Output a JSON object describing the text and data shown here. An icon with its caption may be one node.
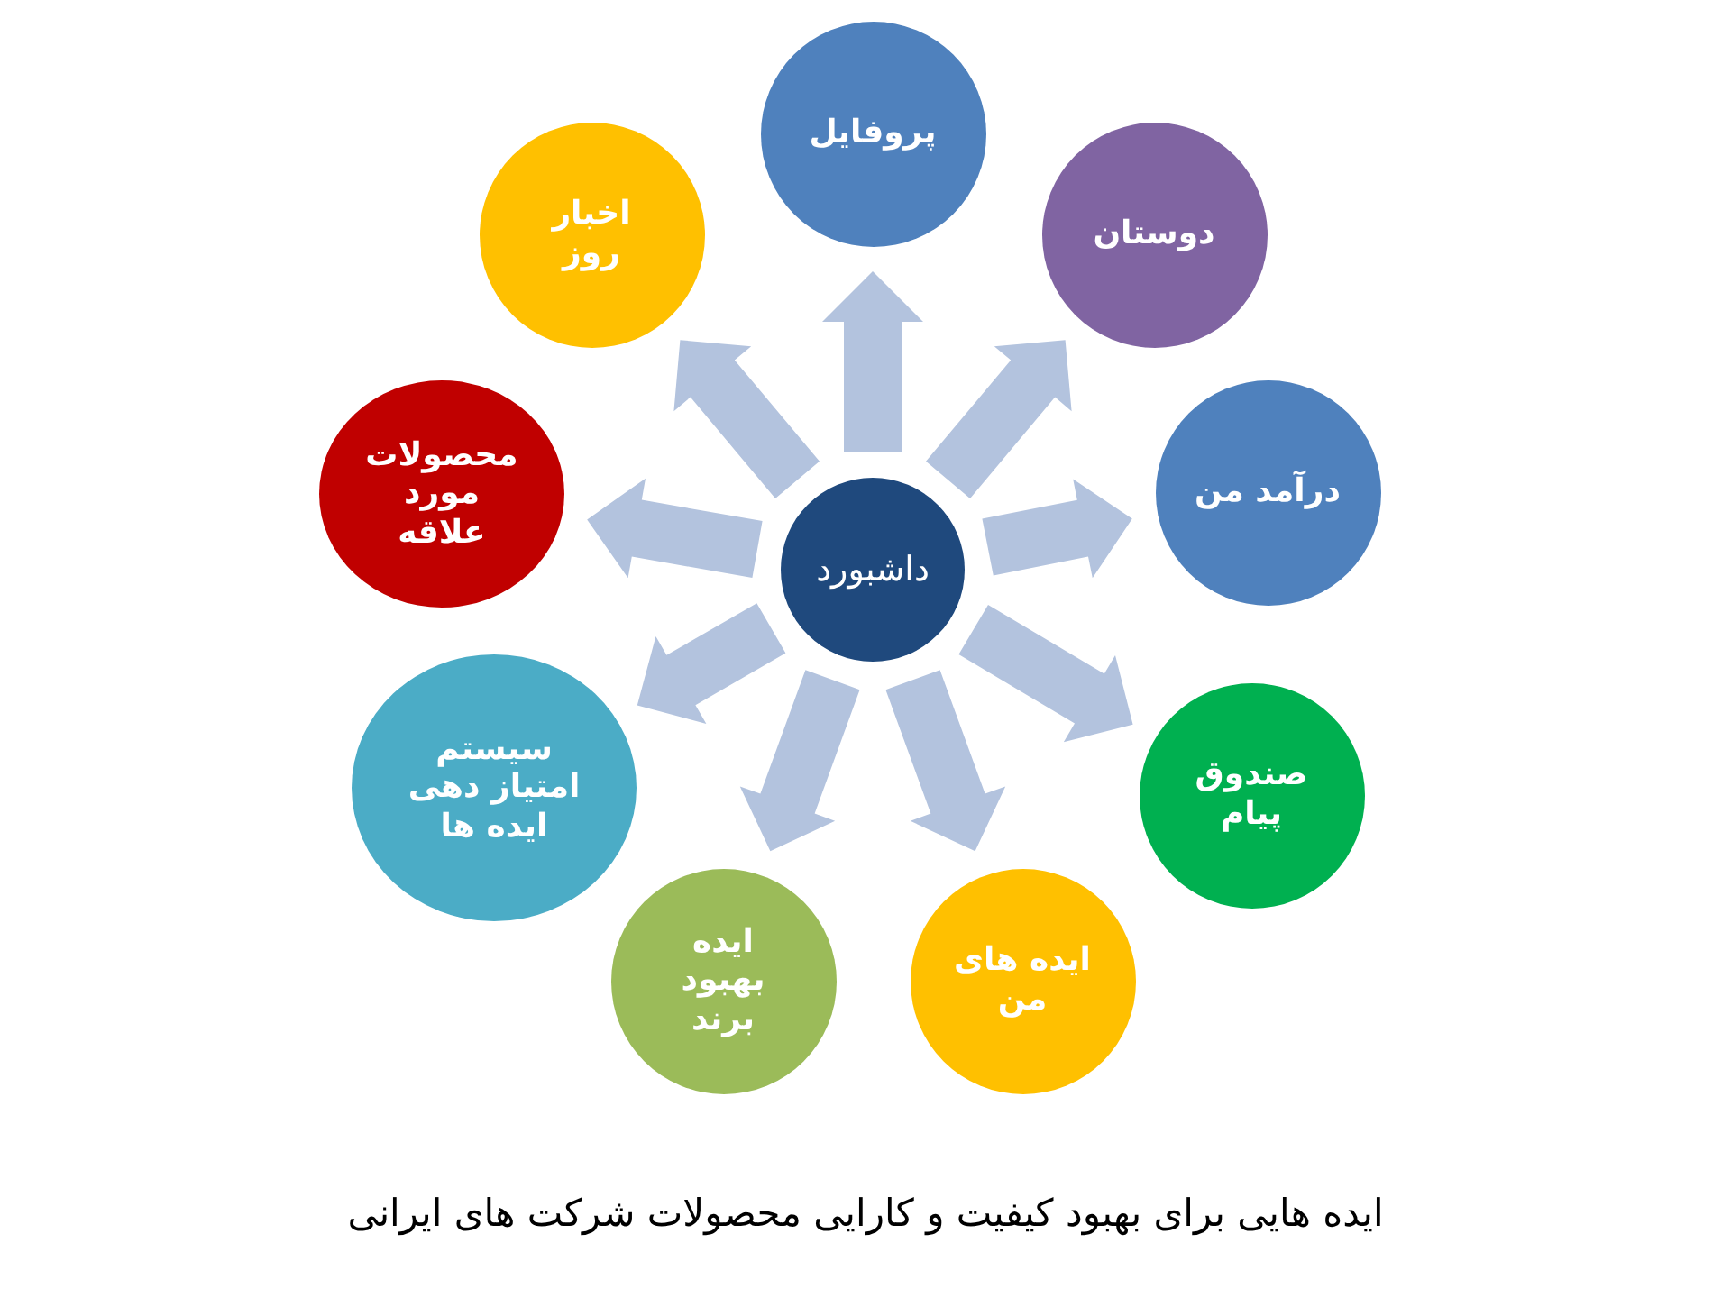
{
  "diagram": {
    "caption": "ایده هایی برای بهبود کیفیت و کارایی محصولات شرکت های ایرانی",
    "nodes": [
      {
        "text": [
          "داشبورد"
        ]
      },
      {
        "text": [
          "پروفایل"
        ]
      },
      {
        "text": [
          "دوستان"
        ]
      },
      {
        "text": [
          "درآمد من"
        ]
      },
      {
        "text": [
          "صندوق پیام"
        ]
      },
      {
        "text": [
          "ایده های من"
        ]
      },
      {
        "text": [
          "ایده بهبود برند"
        ]
      },
      {
        "text": [
          "سیستم امتیاز دهی ایده ها"
        ]
      },
      {
        "text": [
          "محصولات مورد علاقه"
        ]
      },
      {
        "text": [
          "اخبار روز"
        ]
      }
    ],
    "edges": [
      {
        "from": 0,
        "to": 1,
        "arrow": "to"
      },
      {
        "from": 0,
        "to": 2,
        "arrow": "to"
      },
      {
        "from": 0,
        "to": 3,
        "arrow": "to"
      },
      {
        "from": 0,
        "to": 4,
        "arrow": "to"
      },
      {
        "from": 0,
        "to": 5,
        "arrow": "to"
      },
      {
        "from": 0,
        "to": 6,
        "arrow": "to"
      },
      {
        "from": 0,
        "to": 7,
        "arrow": "to"
      },
      {
        "from": 0,
        "to": 8,
        "arrow": "to"
      },
      {
        "from": 0,
        "to": 9,
        "arrow": "to"
      }
    ]
  }
}
